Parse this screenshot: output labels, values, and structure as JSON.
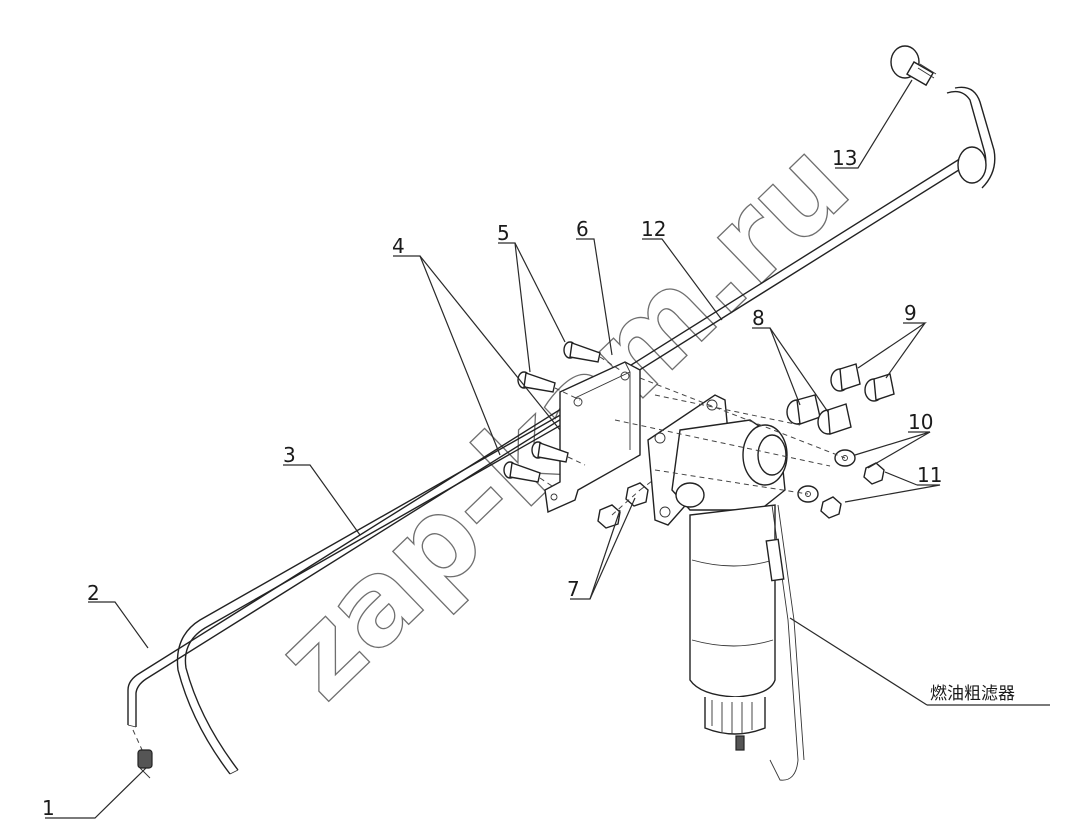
{
  "callouts": {
    "c1": "1",
    "c2": "2",
    "c3": "3",
    "c4": "4",
    "c5": "5",
    "c6": "6",
    "c7": "7",
    "c8": "8",
    "c9": "9",
    "c10": "10",
    "c11": "11",
    "c12": "12",
    "c13": "13"
  },
  "assembly_label": "燃油粗滤器",
  "watermark": "zap-kam.ru"
}
